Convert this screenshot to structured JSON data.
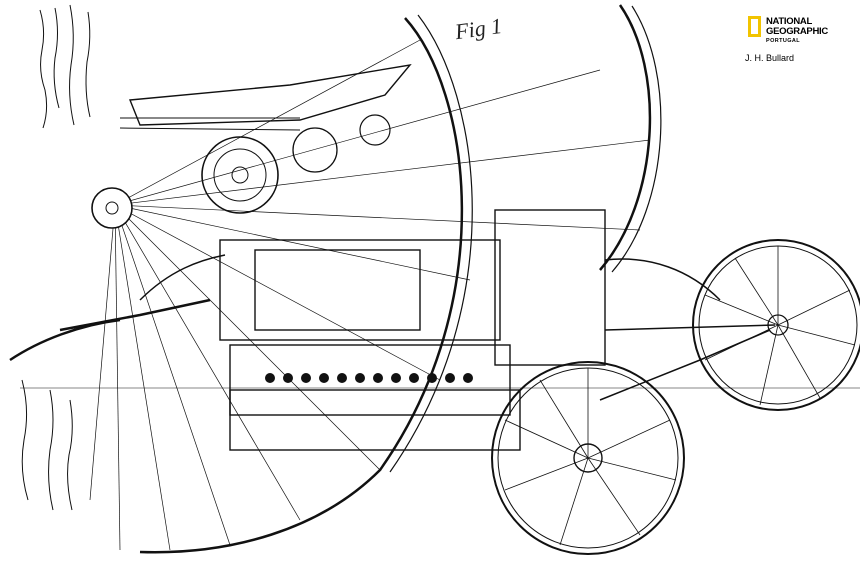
{
  "brand": {
    "line1": "NATIONAL",
    "line2": "GEOGRAPHIC",
    "line3": "PORTUGAL",
    "accent_color": "#f2c400"
  },
  "caption": "J. H. Bullard",
  "figure_label": "Fig 1",
  "icons": [
    "national-geographic-yellow-border-logo"
  ]
}
